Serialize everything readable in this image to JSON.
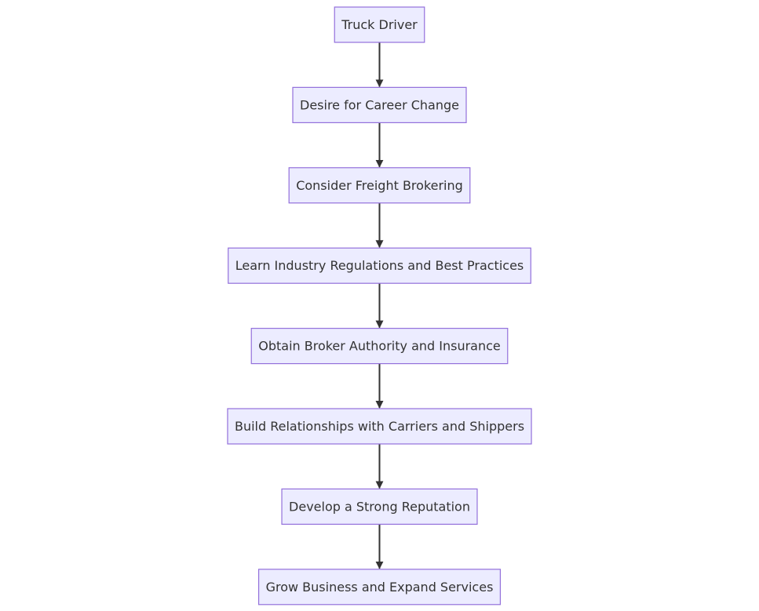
{
  "diagram": {
    "type": "flowchart",
    "direction": "top-down",
    "colors": {
      "node_fill": "#ECECFF",
      "node_border": "#9370DB",
      "edge": "#333333",
      "text": "#333333"
    },
    "nodes": [
      {
        "id": "A",
        "label": "Truck Driver"
      },
      {
        "id": "B",
        "label": "Desire for Career Change"
      },
      {
        "id": "C",
        "label": "Consider Freight Brokering"
      },
      {
        "id": "D",
        "label": "Learn Industry Regulations and Best Practices"
      },
      {
        "id": "E",
        "label": "Obtain Broker Authority and Insurance"
      },
      {
        "id": "F",
        "label": "Build Relationships with Carriers and Shippers"
      },
      {
        "id": "G",
        "label": "Develop a Strong Reputation"
      },
      {
        "id": "H",
        "label": "Grow Business and Expand Services"
      }
    ],
    "edges": [
      {
        "from": "A",
        "to": "B"
      },
      {
        "from": "B",
        "to": "C"
      },
      {
        "from": "C",
        "to": "D"
      },
      {
        "from": "D",
        "to": "E"
      },
      {
        "from": "E",
        "to": "F"
      },
      {
        "from": "F",
        "to": "G"
      },
      {
        "from": "G",
        "to": "H"
      }
    ]
  }
}
